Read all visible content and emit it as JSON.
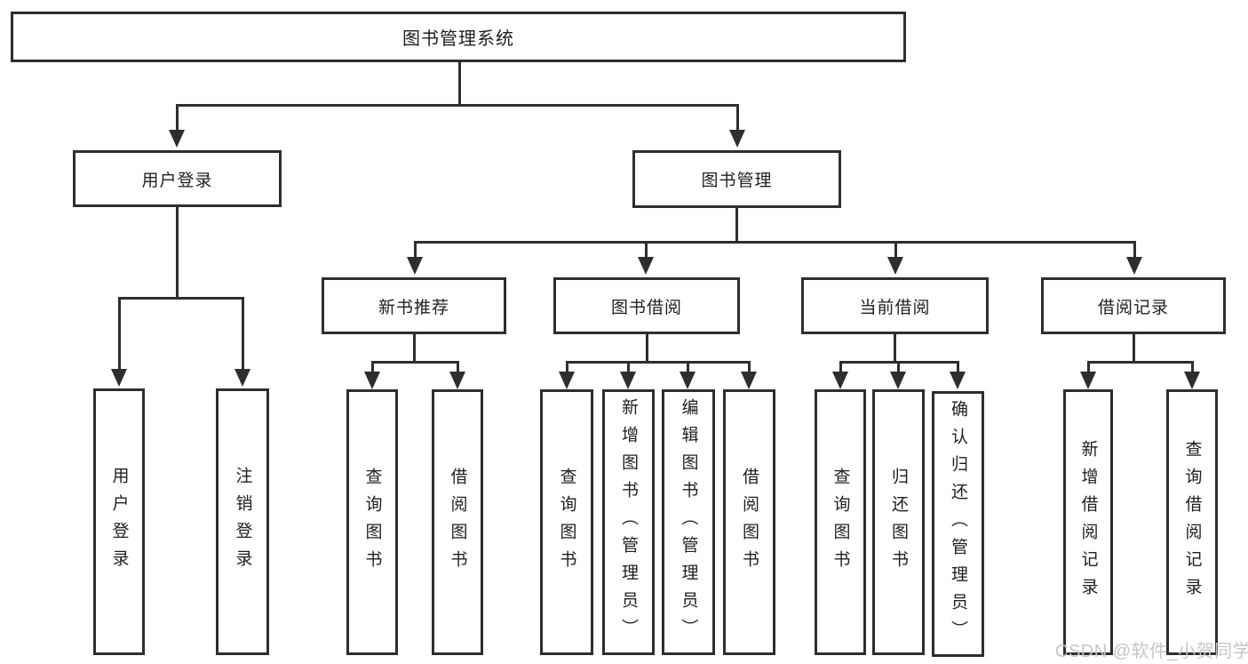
{
  "nodes": {
    "root": "图书管理系统",
    "user_login": "用户登录",
    "book_mgmt": "图书管理",
    "new_books": "新书推荐",
    "book_borrow": "图书借阅",
    "current_borrow": "当前借阅",
    "borrow_records": "借阅记录"
  },
  "leaves": {
    "login_user": "用户登录",
    "login_logout": "注销登录",
    "nb_query": "查询图书",
    "nb_borrow": "借阅图书",
    "bb_query": "查询图书",
    "bb_add": "新增图书（管理员）",
    "bb_edit": "编辑图书（管理员）",
    "bb_borrow": "借阅图书",
    "cb_query": "查询图书",
    "cb_return": "归还图书",
    "cb_confirm": "确认归还（管理员）",
    "br_add": "新增借阅记录",
    "br_query": "查询借阅记录"
  },
  "watermark": "CSDN @软件_小贺同学",
  "colors": {
    "line": "#2e2e2e",
    "text": "#1f1f1f",
    "watermark": "#c6c6c6",
    "background": "#ffffff"
  }
}
